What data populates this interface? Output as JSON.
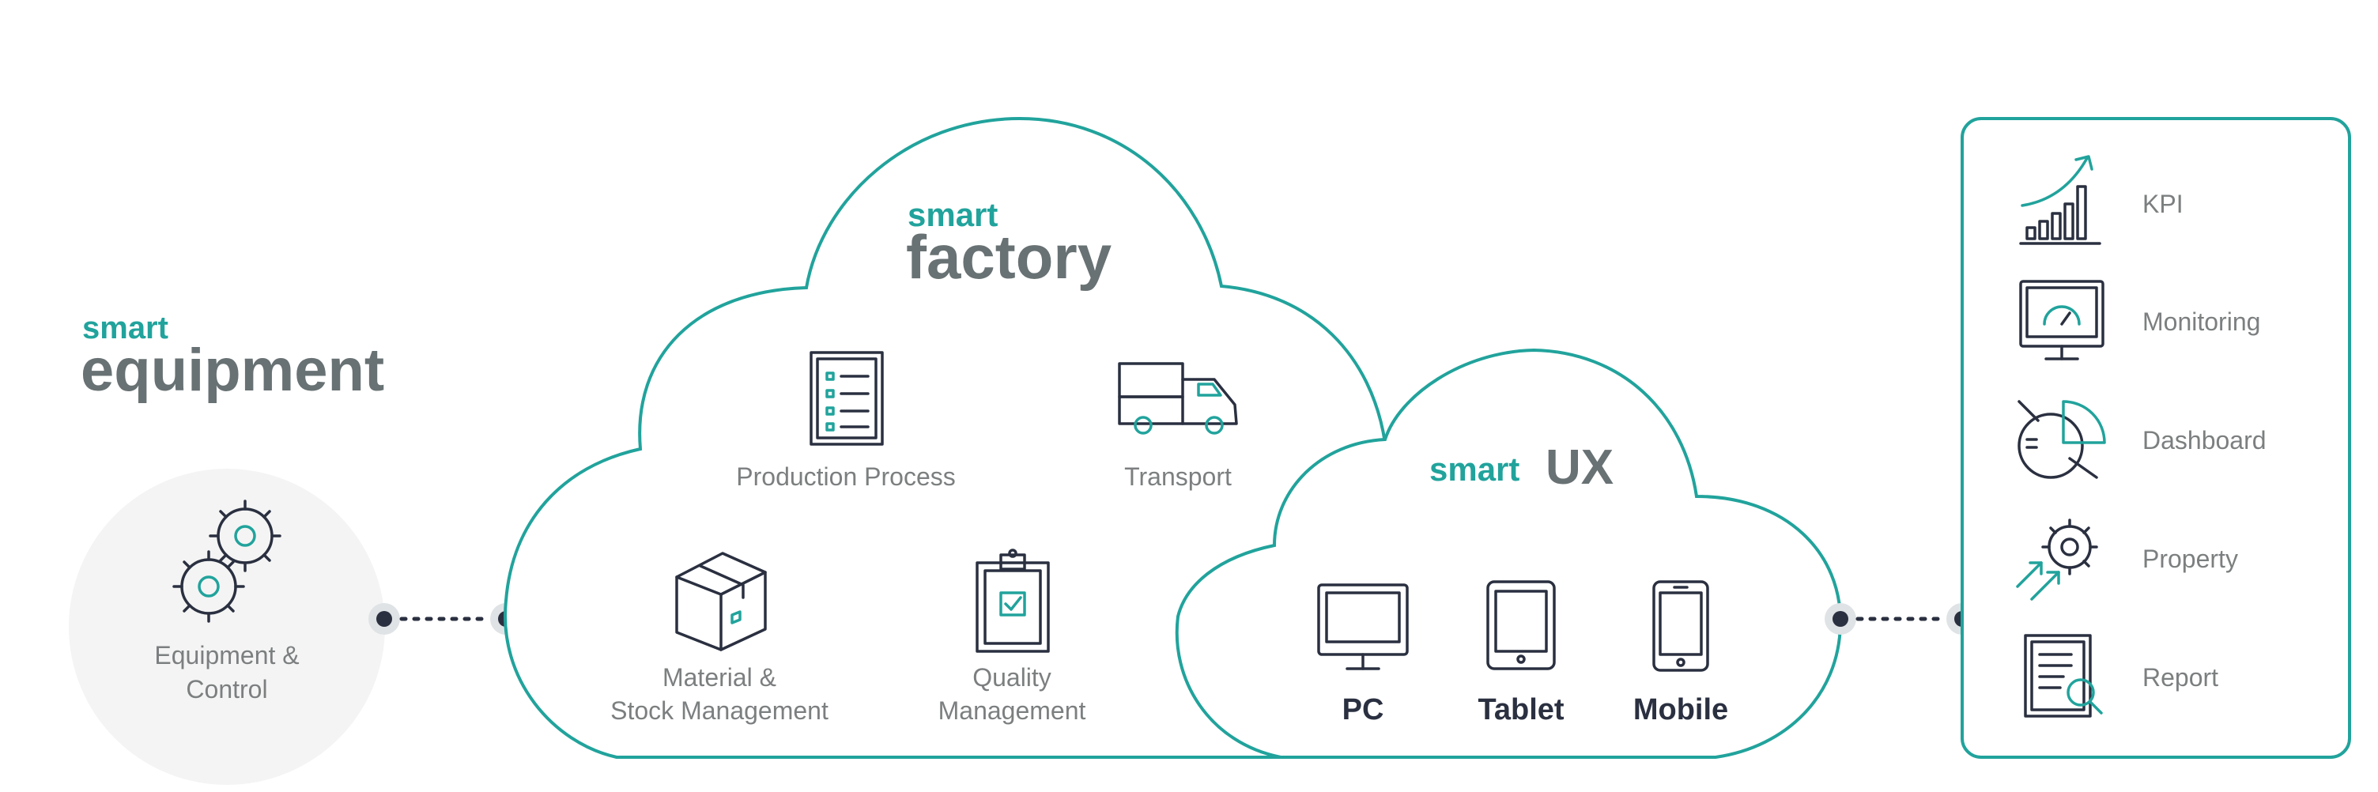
{
  "colors": {
    "teal": "#21a39c",
    "gray_text": "#7c7f80",
    "dark": "#2a3040",
    "brand_gray": "#687173",
    "circle_bg": "#f4f4f4"
  },
  "equipment": {
    "brand_small": "smart",
    "brand_big": "equipment",
    "label_line1": "Equipment &",
    "label_line2": "Control",
    "icon": "gears-icon"
  },
  "factory": {
    "brand_small": "smart",
    "brand_big": "factory",
    "items": [
      {
        "id": "production",
        "label_lines": [
          "Production Process"
        ],
        "icon": "checklist-icon"
      },
      {
        "id": "transport",
        "label_lines": [
          "Transport"
        ],
        "icon": "truck-icon"
      },
      {
        "id": "material",
        "label_lines": [
          "Material &",
          "Stock Management"
        ],
        "icon": "box-icon"
      },
      {
        "id": "quality",
        "label_lines": [
          "Quality",
          "Management"
        ],
        "icon": "clipboard-check-icon"
      }
    ]
  },
  "ux": {
    "brand_small": "smart",
    "brand_big": "UX",
    "devices": [
      {
        "id": "pc",
        "label": "PC",
        "icon": "monitor-icon"
      },
      {
        "id": "tablet",
        "label": "Tablet",
        "icon": "tablet-icon"
      },
      {
        "id": "mobile",
        "label": "Mobile",
        "icon": "mobile-icon"
      }
    ]
  },
  "outputs": [
    {
      "id": "kpi",
      "label": "KPI",
      "icon": "growth-chart-icon"
    },
    {
      "id": "monitoring",
      "label": "Monitoring",
      "icon": "gauge-monitor-icon"
    },
    {
      "id": "dashboard",
      "label": "Dashboard",
      "icon": "pie-dashboard-icon"
    },
    {
      "id": "property",
      "label": "Property",
      "icon": "gear-arrows-icon"
    },
    {
      "id": "report",
      "label": "Report",
      "icon": "report-search-icon"
    }
  ]
}
